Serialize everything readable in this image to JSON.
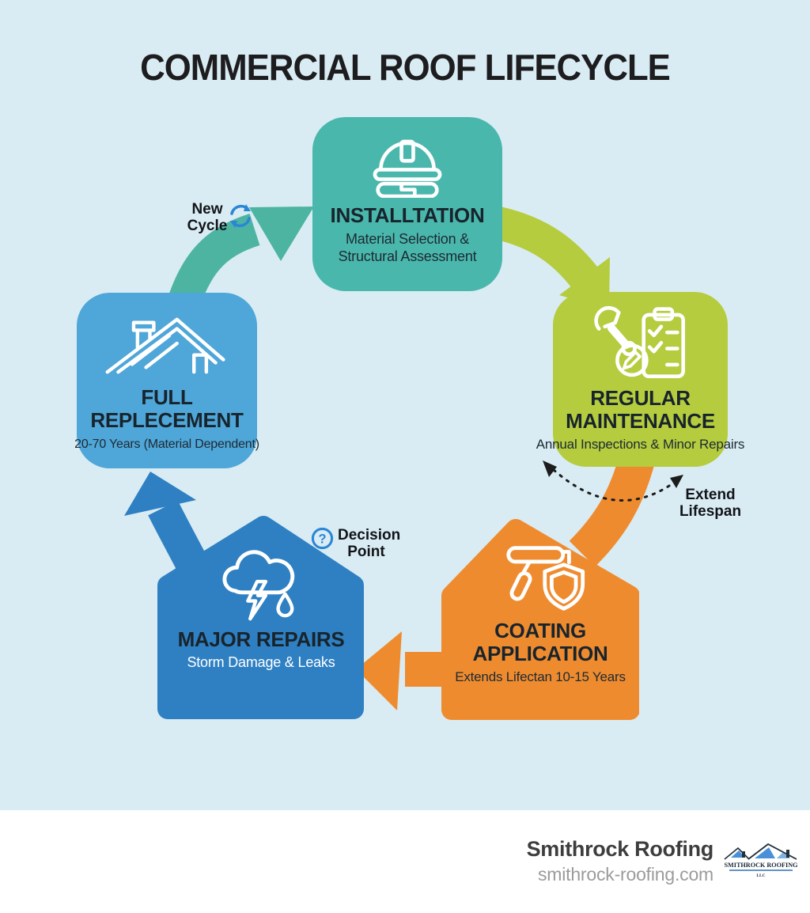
{
  "title": "COMMERCIAL ROOF LIFECYCLE",
  "stages": [
    {
      "name": "installation",
      "label": "INSTALLTATION",
      "description": "Material Selection & Structural Assessment",
      "color": "#4ab7ad",
      "icon": "hard-hat-icon"
    },
    {
      "name": "regular-maintenance",
      "label": "REGULAR MAINTENANCE",
      "description": "Annual Inspections & Minor Repairs",
      "color": "#b5cc3f",
      "icon": "wrench-checklist-icon"
    },
    {
      "name": "coating-application",
      "label": "COATING APPLICATION",
      "description": "Extends Lifectan 10-15 Years",
      "color": "#ef8b2f",
      "icon": "paint-roller-shield-icon"
    },
    {
      "name": "major-repairs",
      "label": "MAJOR REPAIRS",
      "description": "Storm Damage & Leaks",
      "color": "#2f80c3",
      "icon": "storm-cloud-icon"
    },
    {
      "name": "full-replacement",
      "label": "FULL REPLECEMENT",
      "description": "20-70 Years (Material Dependent)",
      "color": "#4fa6d8",
      "icon": "roof-icon"
    }
  ],
  "annotations": {
    "new_cycle": "New Cycle",
    "decision_point": "Decision Point",
    "extend_lifespan": "Extend Lifespan",
    "question_mark": "?"
  },
  "footer": {
    "company": "Smithrock Roofing",
    "website": "smithrock-roofing.com",
    "logo_text": "SMITHROCK ROOFING",
    "logo_subtext": "LLC"
  },
  "colors": {
    "background": "#d9ecf3",
    "teal": "#4ab7ad",
    "teal_arrow": "#4db4a2",
    "green": "#b5cc3f",
    "orange": "#ef8b2f",
    "blue": "#2f80c3",
    "light_blue": "#4fa6d8",
    "accent_blue": "#2b86d6",
    "text_dark": "#18242c"
  }
}
